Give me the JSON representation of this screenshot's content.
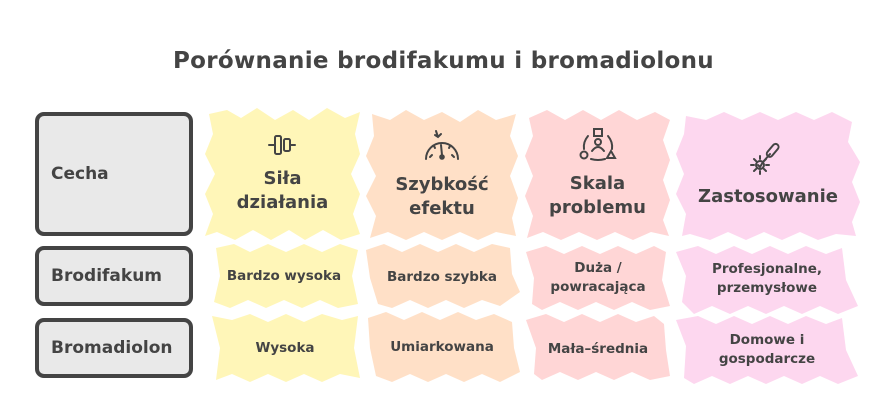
{
  "title": "Porównanie brodifakumu i bromadiolonu",
  "colors": {
    "label_bg": "#e9e9e9",
    "label_border": "#444444",
    "col1": "#fff6b8",
    "col2": "#ffe0c7",
    "col3": "#ffd6d6",
    "col4": "#fdd7ef",
    "text": "#444444"
  },
  "rows": {
    "header_label": "Cecha",
    "row1_label": "Brodifakum",
    "row2_label": "Bromadiolon"
  },
  "columns": [
    {
      "icon": "dumbbell-strength-icon",
      "header_line1": "Siła",
      "header_line2": "działania",
      "row1_line1": "Bardzo wysoka",
      "row1_line2": "",
      "row2_line1": "Wysoka",
      "row2_line2": ""
    },
    {
      "icon": "speedometer-icon",
      "header_line1": "Szybkość",
      "header_line2": "efektu",
      "row1_line1": "Bardzo szybka",
      "row1_line2": "",
      "row2_line1": "Umiarkowana",
      "row2_line2": ""
    },
    {
      "icon": "user-shapes-cycle-icon",
      "header_line1": "Skala",
      "header_line2": "problemu",
      "row1_line1": "Duża /",
      "row1_line2": "powracająca",
      "row2_line1": "Mała–średnia",
      "row2_line2": ""
    },
    {
      "icon": "pizza-cutter-icon",
      "header_line1": "Zastosowanie",
      "header_line2": "",
      "row1_line1": "Profesjonalne,",
      "row1_line2": "przemysłowe",
      "row2_line1": "Domowe i",
      "row2_line2": "gospodarcze"
    }
  ]
}
